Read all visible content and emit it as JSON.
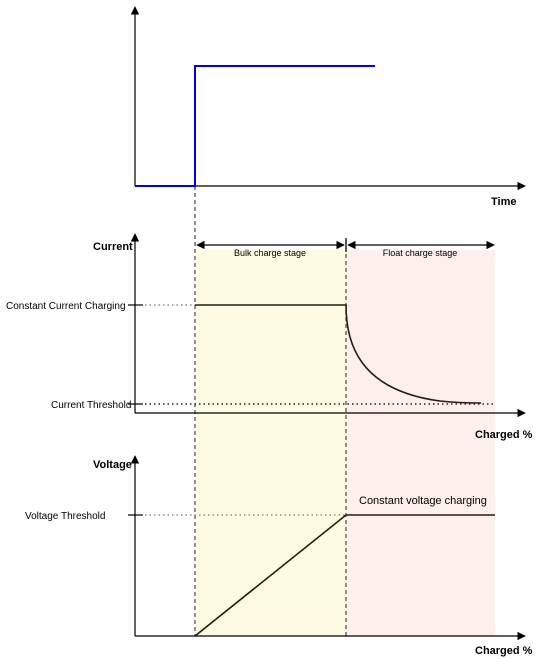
{
  "colors": {
    "bulk_zone": "#fdfbe2",
    "float_zone": "#fdf0ea",
    "signal": "#0000ee",
    "axis": "#000000",
    "curve": "#2b1a12",
    "guide_dotted": "#777777",
    "guide_dashed": "#555555",
    "cv_text": "#555555"
  },
  "panels": {
    "signal": {
      "x_label": "Time"
    },
    "current": {
      "y_label": "Current",
      "x_label": "Charged %",
      "level_high": "Constant Current Charging",
      "level_low": "Current Threshold",
      "stage_bulk": "Bulk charge stage",
      "stage_float": "Float charge stage"
    },
    "voltage": {
      "y_label": "Voltage",
      "x_label": "Charged %",
      "level_high": "Voltage Threshold",
      "cv_annotation": "Constant voltage charging"
    }
  }
}
